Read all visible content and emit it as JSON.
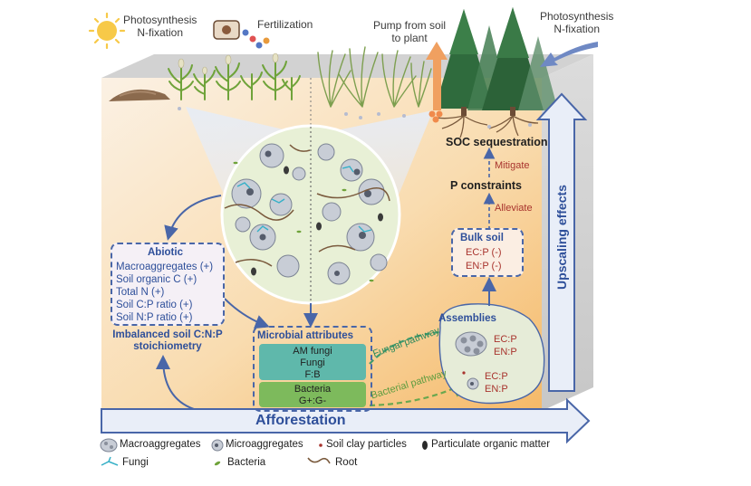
{
  "top_labels": {
    "photosynthesis_left": "Photosynthesis\nN-fixation",
    "fertilization": "Fertilization",
    "pump": "Pump from soil\nto plant",
    "photosynthesis_right": "Photosynthesis\nN-fixation"
  },
  "chain": {
    "soc": "SOC sequestration",
    "mitigate": "Mitigate",
    "p_constraints": "P constraints",
    "alleviate": "Alleviate"
  },
  "bulk_soil": {
    "title": "Bulk soil",
    "items": [
      "EC:P (-)",
      "EN:P (-)"
    ]
  },
  "abiotic": {
    "title": "Abiotic",
    "items": [
      "Macroaggregates (+)",
      "Soil organic C (+)",
      "Total N (+)",
      "Soil C:P ratio (+)",
      "Soil N:P ratio (+)"
    ]
  },
  "imbalanced": "Imbalanced soil C:N:P\nstoichiometry",
  "microbial": {
    "title": "Microbial attributes",
    "fungal_group": [
      "AM fungi",
      "Fungi",
      "F:B"
    ],
    "bacterial_group": [
      "Bacteria",
      "G+:G-"
    ]
  },
  "pathways": {
    "fungal": "Fungal pathway",
    "bacterial": "Bacterial pathway"
  },
  "assemblies": {
    "title": "Assemblies",
    "macro_labels": [
      "EC:P",
      "EN:P"
    ],
    "micro_labels": [
      "EC:P",
      "EN:P"
    ]
  },
  "upscaling": "Upscaling effects",
  "afforestation": "Afforestation",
  "legend": [
    {
      "label": "Macroaggregates",
      "icon": "macroaggregate-icon"
    },
    {
      "label": "Microaggregates",
      "icon": "microaggregate-icon"
    },
    {
      "label": "Soil clay particles",
      "icon": "clay-particle-icon"
    },
    {
      "label": "Particulate organic matter",
      "icon": "particulate-organic-matter-icon"
    },
    {
      "label": "Fungi",
      "icon": "fungi-icon"
    },
    {
      "label": "Bacteria",
      "icon": "bacteria-icon"
    },
    {
      "label": "Root",
      "icon": "root-icon"
    }
  ],
  "colors": {
    "soil_top": "#faeede",
    "soil_bottom": "#f6c27e",
    "dashed_border": "#4966a8",
    "text_red": "#a8332d",
    "text_blue": "#2e4f9a",
    "fungal_group": "#5fb8ab",
    "bacterial_group": "#7dba5c",
    "arrow_orange": "#f0a060",
    "pathway_green": "#3f9a6e"
  }
}
